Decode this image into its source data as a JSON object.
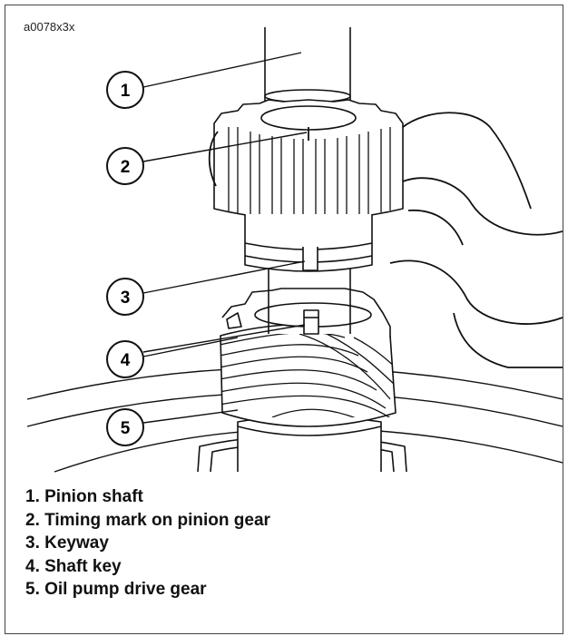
{
  "figure_id": "a0078x3x",
  "callouts": [
    "1",
    "2",
    "3",
    "4",
    "5"
  ],
  "legend": [
    "1. Pinion shaft",
    "2. Timing mark on pinion gear",
    "3. Keyway",
    "4. Shaft key",
    "5. Oil pump drive gear"
  ]
}
